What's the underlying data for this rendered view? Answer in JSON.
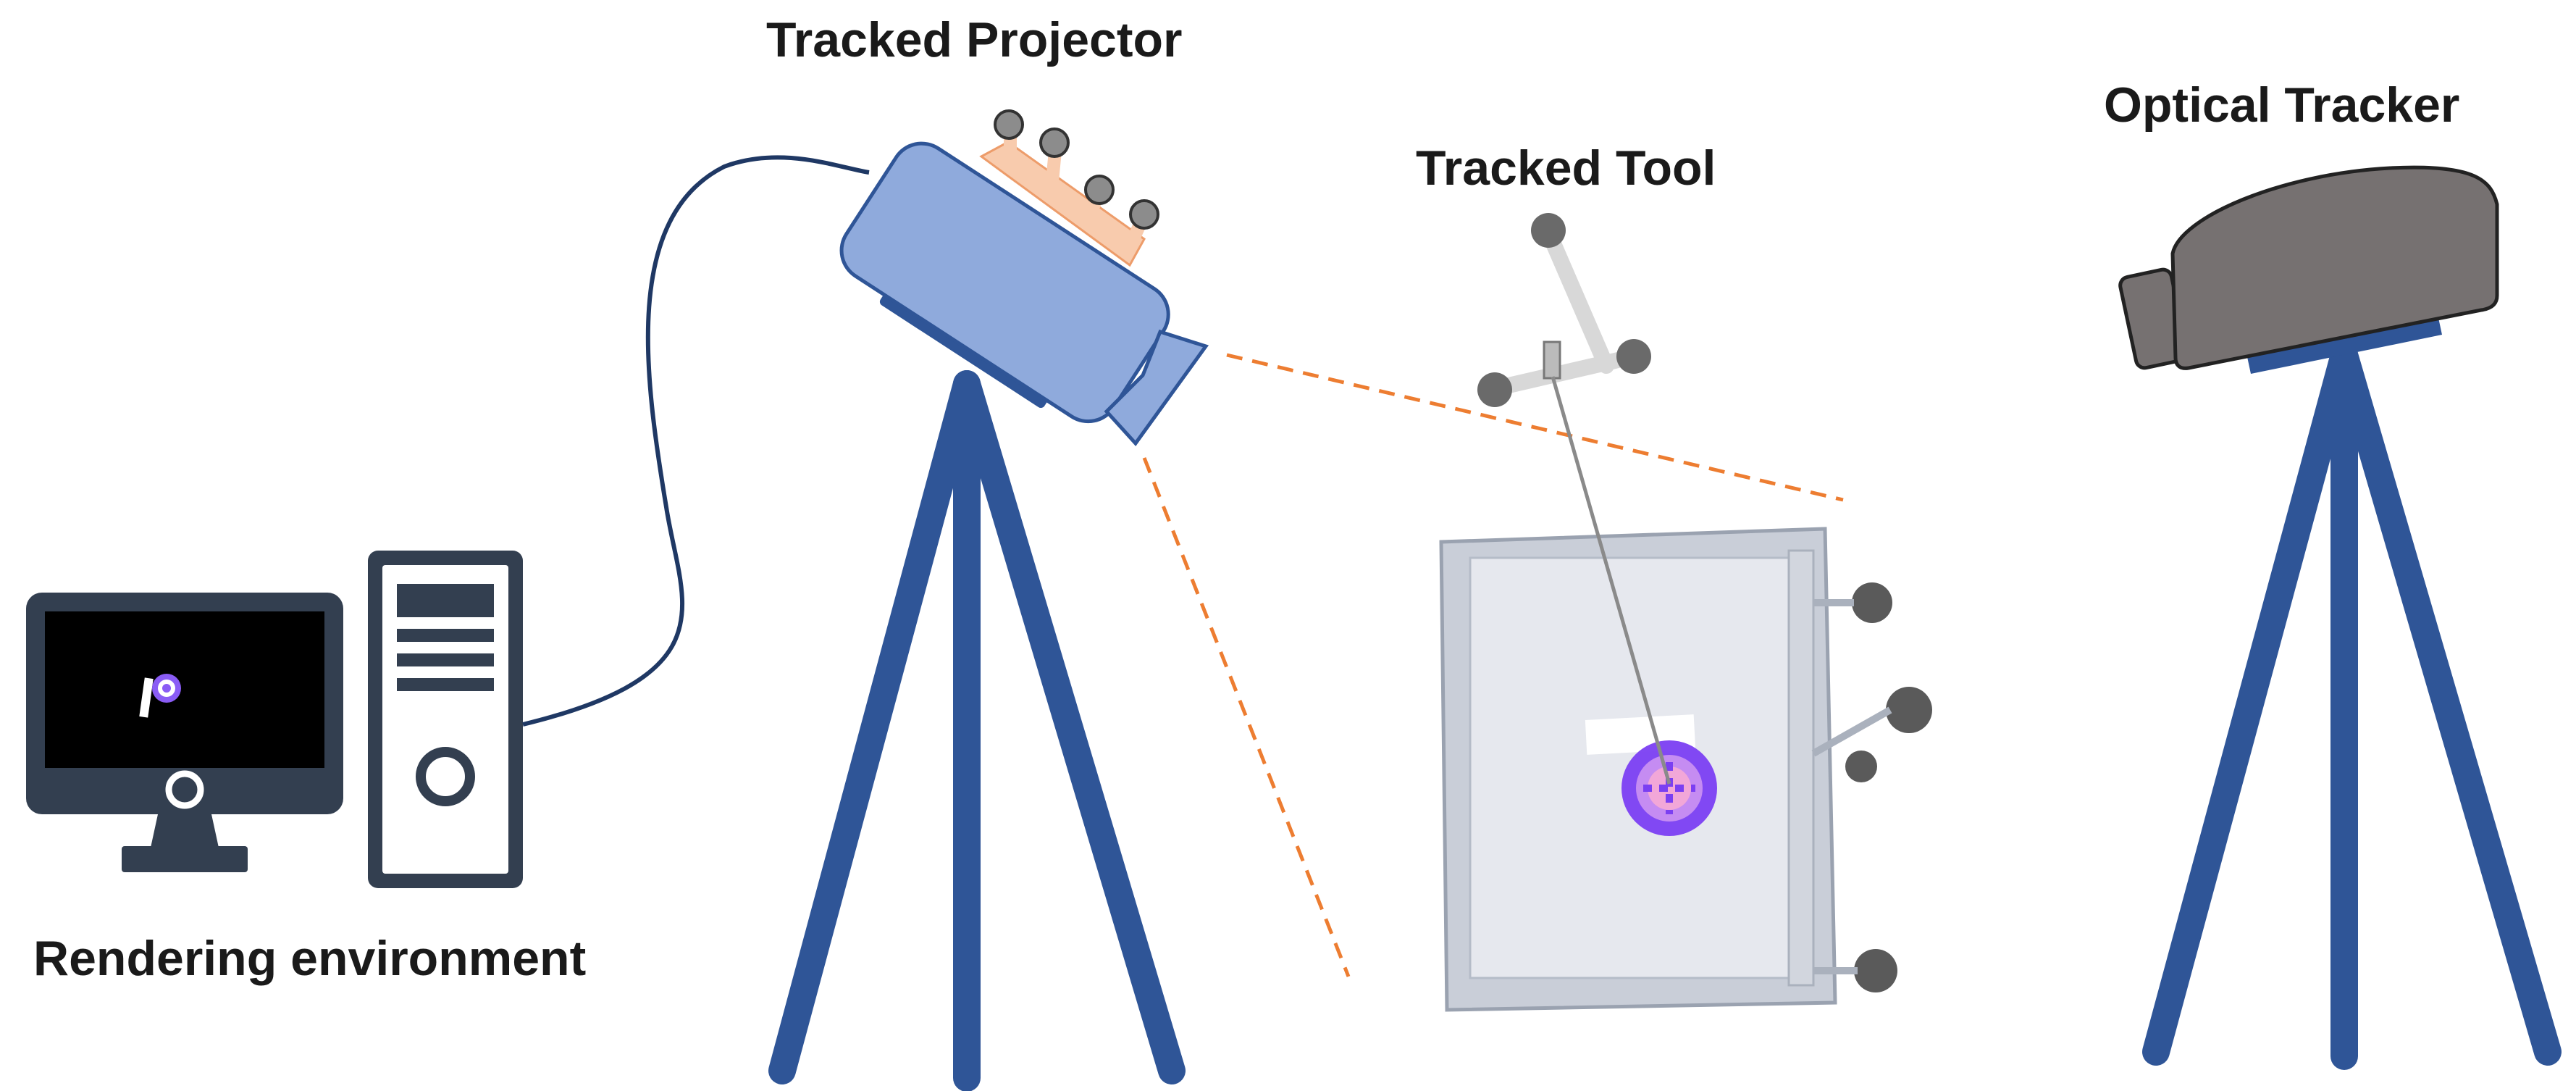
{
  "labels": {
    "rendering_environment": "Rendering environment",
    "tracked_projector": "Tracked Projector",
    "tracked_tool": "Tracked Tool",
    "optical_tracker": "Optical Tracker"
  },
  "colors": {
    "tripod": "#2f5597",
    "projector_body": "#8faadc",
    "projector_outline": "#2f5597",
    "marker_mount": "#f8cbad",
    "marker_sphere": "#8c8c8c",
    "tracker_body": "#767171",
    "computer": "#333f50",
    "cable": "#1f3864",
    "projection_lines": "#ed7d31",
    "projected_target": "#7b3ff2",
    "phantom": "#c9ced8"
  },
  "icons": [
    "monitor-icon",
    "computer-tower-icon",
    "projector-icon",
    "tripod-icon",
    "optical-tracker-icon",
    "tracked-tool-icon",
    "phantom-box-icon"
  ]
}
